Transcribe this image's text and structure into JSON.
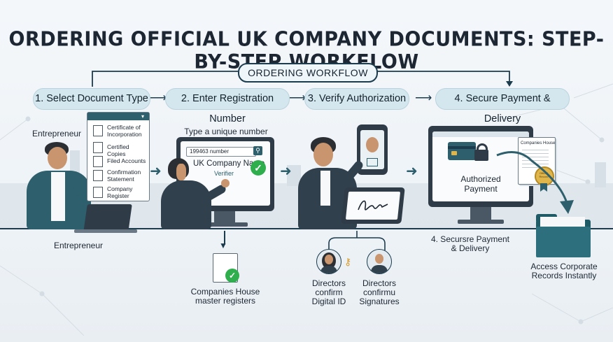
{
  "title": "ORDERING OFFICIAL UK COMPANY DOCUMENTS: STEP-BY-STEP WORKFLOW",
  "workflow_label": "ORDERING WORKFLOW",
  "steps": [
    {
      "label": "1. Select Document Type"
    },
    {
      "label": "2. Enter Registration Number"
    },
    {
      "label": "3. Verify Authorization"
    },
    {
      "label": "4. Secure Payment & Delivery"
    }
  ],
  "panel1": {
    "top_caption": "Entrepreneur",
    "bottom_caption": "Entrepreneur",
    "documents": [
      "Certificate of Incorporation",
      "Certified Copies",
      "Filed Accounts",
      "Confirmation Statement",
      "Company Register"
    ]
  },
  "panel2": {
    "caption": "Type a unique number",
    "search_value": "199463 number",
    "company_name": "UK Company Name",
    "verifier": "Verifier",
    "registers_caption_1": "Companies House",
    "registers_caption_2": "master registers"
  },
  "panel3": {
    "director1_1": "Directors",
    "director1_2": "confirm",
    "director1_3": "Digital ID",
    "director2_1": "Directors",
    "director2_2": "confirmu",
    "director2_3": "Signatures"
  },
  "panel4": {
    "screen_line1": "Authorized",
    "screen_line2": "Payment",
    "caption_1": "4. Secursre Payment",
    "caption_2": "& Delivery",
    "cert_title": "Companies House",
    "seal_text": "Official Record",
    "access_1": "Access Corporate",
    "access_2": "Records Instantly"
  },
  "colors": {
    "teal": "#2e5f6c",
    "pill": "#d5e7ee",
    "navy": "#1c3c4e",
    "check": "#2fae4e"
  }
}
